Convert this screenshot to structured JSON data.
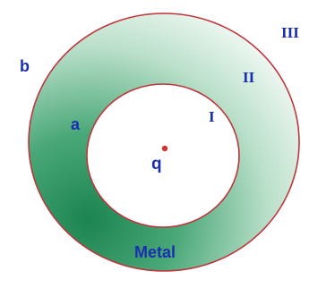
{
  "labels": {
    "outer_radius": "b",
    "inner_radius": "a",
    "region_inner": "I",
    "region_shell": "II",
    "region_outer": "III",
    "charge": "q",
    "material": "Metal"
  },
  "colors": {
    "shell_dark": "#1f8a55",
    "shell_light": "#f3faf6",
    "boundary": "#c0343c",
    "charge_dot": "#d8322e",
    "text": "#1a2fb0"
  }
}
